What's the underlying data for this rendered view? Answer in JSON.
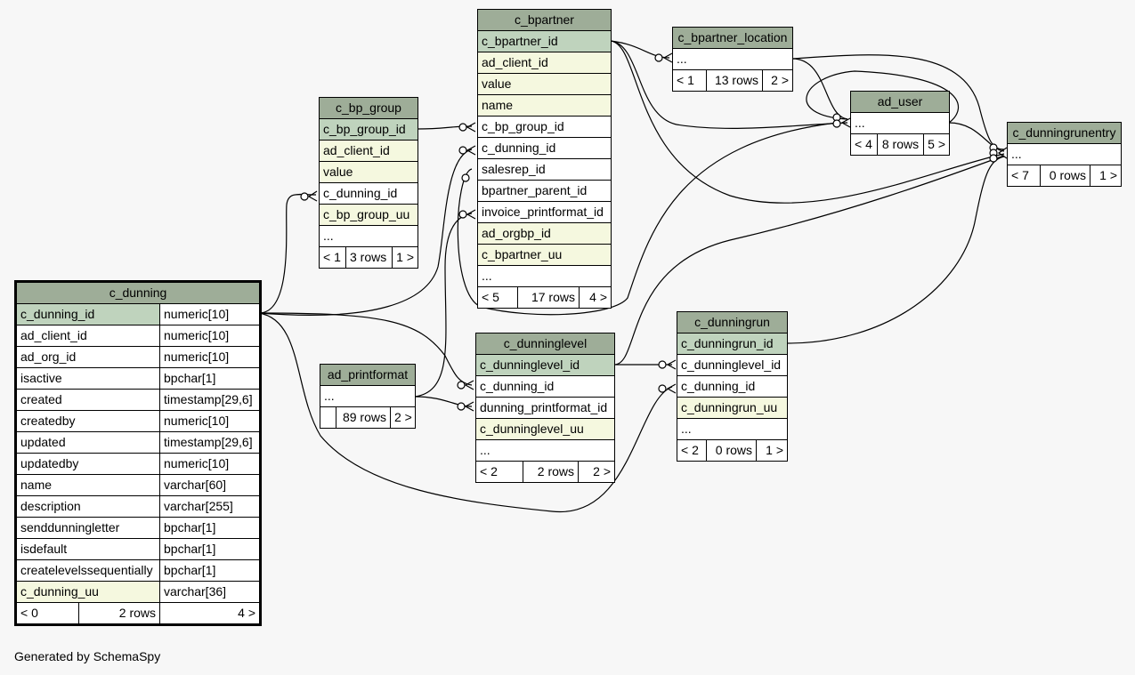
{
  "credit": "Generated by SchemaSpy",
  "tables": {
    "c_bpartner": {
      "name": "c_bpartner",
      "columns": [
        "c_bpartner_id",
        "ad_client_id",
        "value",
        "name",
        "c_bp_group_id",
        "c_dunning_id",
        "salesrep_id",
        "bpartner_parent_id",
        "invoice_printformat_id",
        "ad_orgbp_id",
        "c_bpartner_uu",
        "..."
      ],
      "footer": {
        "parents": "< 5",
        "rows": "17 rows",
        "children": "4 >"
      }
    },
    "c_bpartner_location": {
      "name": "c_bpartner_location",
      "columns": [
        "..."
      ],
      "footer": {
        "parents": "< 1",
        "rows": "13 rows",
        "children": "2 >"
      }
    },
    "ad_user": {
      "name": "ad_user",
      "columns": [
        "..."
      ],
      "footer": {
        "parents": "< 4",
        "rows": "8 rows",
        "children": "5 >"
      }
    },
    "c_dunningrunentry": {
      "name": "c_dunningrunentry",
      "columns": [
        "..."
      ],
      "footer": {
        "parents": "< 7",
        "rows": "0 rows",
        "children": "1 >"
      }
    },
    "c_bp_group": {
      "name": "c_bp_group",
      "columns": [
        "c_bp_group_id",
        "ad_client_id",
        "value",
        "c_dunning_id",
        "c_bp_group_uu",
        "..."
      ],
      "footer": {
        "parents": "< 1",
        "rows": "3 rows",
        "children": "1 >"
      }
    },
    "c_dunning": {
      "name": "c_dunning",
      "columns": [
        {
          "name": "c_dunning_id",
          "type": "numeric[10]"
        },
        {
          "name": "ad_client_id",
          "type": "numeric[10]"
        },
        {
          "name": "ad_org_id",
          "type": "numeric[10]"
        },
        {
          "name": "isactive",
          "type": "bpchar[1]"
        },
        {
          "name": "created",
          "type": "timestamp[29,6]"
        },
        {
          "name": "createdby",
          "type": "numeric[10]"
        },
        {
          "name": "updated",
          "type": "timestamp[29,6]"
        },
        {
          "name": "updatedby",
          "type": "numeric[10]"
        },
        {
          "name": "name",
          "type": "varchar[60]"
        },
        {
          "name": "description",
          "type": "varchar[255]"
        },
        {
          "name": "senddunningletter",
          "type": "bpchar[1]"
        },
        {
          "name": "isdefault",
          "type": "bpchar[1]"
        },
        {
          "name": "createlevelssequentially",
          "type": "bpchar[1]"
        },
        {
          "name": "c_dunning_uu",
          "type": "varchar[36]"
        }
      ],
      "footer": {
        "parents": "< 0",
        "rows": "2 rows",
        "children": "4 >"
      }
    },
    "ad_printformat": {
      "name": "ad_printformat",
      "columns": [
        "..."
      ],
      "footer": {
        "parents": "",
        "rows": "89 rows",
        "children": "2 >"
      }
    },
    "c_dunninglevel": {
      "name": "c_dunninglevel",
      "columns": [
        "c_dunninglevel_id",
        "c_dunning_id",
        "dunning_printformat_id",
        "c_dunninglevel_uu",
        "..."
      ],
      "footer": {
        "parents": "< 2",
        "rows": "2 rows",
        "children": "2 >"
      }
    },
    "c_dunningrun": {
      "name": "c_dunningrun",
      "columns": [
        "c_dunningrun_id",
        "c_dunninglevel_id",
        "c_dunning_id",
        "c_dunningrun_uu",
        "..."
      ],
      "footer": {
        "parents": "< 2",
        "rows": "0 rows",
        "children": "1 >"
      }
    }
  },
  "colors": {
    "header": "#9ead98",
    "primary_key": "#bfd3bd",
    "attribute": "#f5f8df",
    "background": "#f7f7f7"
  }
}
